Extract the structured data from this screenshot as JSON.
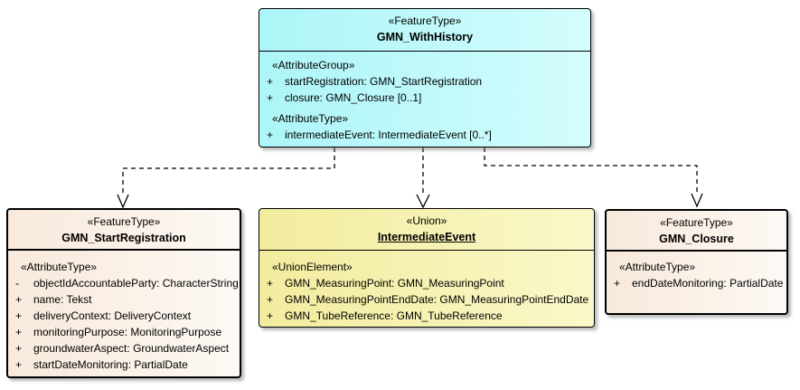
{
  "boxes": {
    "withHistory": {
      "stereotype": "«FeatureType»",
      "name": "GMN_WithHistory",
      "sections": [
        {
          "stereotype": "«AttributeGroup»",
          "rows": [
            {
              "vis": "+",
              "text": "startRegistration: GMN_StartRegistration"
            },
            {
              "vis": "+",
              "text": "closure: GMN_Closure [0..1]"
            }
          ]
        },
        {
          "stereotype": "«AttributeType»",
          "rows": [
            {
              "vis": "+",
              "text": "intermediateEvent: IntermediateEvent [0..*]"
            }
          ]
        }
      ]
    },
    "startRegistration": {
      "stereotype": "«FeatureType»",
      "name": "GMN_StartRegistration",
      "sections": [
        {
          "stereotype": "«AttributeType»",
          "rows": [
            {
              "vis": "-",
              "text": "objectIdAccountableParty: CharacterString"
            },
            {
              "vis": "+",
              "text": "name: Tekst"
            },
            {
              "vis": "+",
              "text": "deliveryContext: DeliveryContext"
            },
            {
              "vis": "+",
              "text": "monitoringPurpose: MonitoringPurpose"
            },
            {
              "vis": "+",
              "text": "groundwaterAspect: GroundwaterAspect"
            },
            {
              "vis": "+",
              "text": "startDateMonitoring: PartialDate"
            }
          ]
        }
      ]
    },
    "intermediateEvent": {
      "stereotype": "«Union»",
      "name": "IntermediateEvent",
      "sections": [
        {
          "stereotype": "«UnionElement»",
          "rows": [
            {
              "vis": "+",
              "text": "GMN_MeasuringPoint: GMN_MeasuringPoint"
            },
            {
              "vis": "+",
              "text": "GMN_MeasuringPointEndDate: GMN_MeasuringPointEndDate"
            },
            {
              "vis": "+",
              "text": "GMN_TubeReference: GMN_TubeReference"
            }
          ]
        }
      ]
    },
    "closure": {
      "stereotype": "«FeatureType»",
      "name": "GMN_Closure",
      "sections": [
        {
          "stereotype": "«AttributeType»",
          "rows": [
            {
              "vis": "+",
              "text": "endDateMonitoring: PartialDate"
            }
          ]
        }
      ]
    }
  },
  "colors": {
    "cyan-a": "#ACF5F8",
    "cyan-b": "#D4FDFD",
    "peach-a": "#F8E9DB",
    "peach-b": "#FDF9F4",
    "yellow-a": "#F2EC9E",
    "yellow-b": "#FAF8C8",
    "line": "#000000"
  }
}
